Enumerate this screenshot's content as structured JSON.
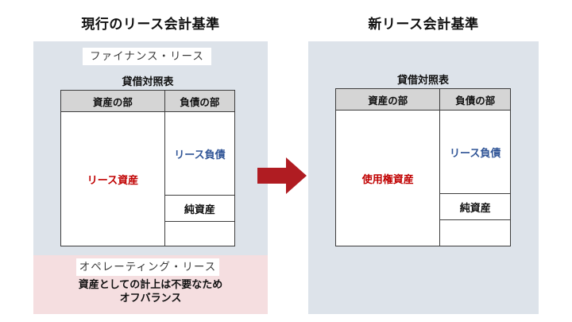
{
  "panels": {
    "left": {
      "title": "現行のリース会計基準",
      "finance_tag": "ファイナンス・リース",
      "bs_caption": "貸借対照表",
      "table": {
        "headers": {
          "assets": "資産の部",
          "liabilities": "負債の部"
        },
        "asset_item": "リース資産",
        "liability_item": "リース負債",
        "equity_item": "純資産"
      },
      "operating_tag": "オペレーティング・リース",
      "operating_note_line1": "資産としての計上は不要なため",
      "operating_note_line2": "オフバランス"
    },
    "right": {
      "title": "新リース会計基準",
      "bs_caption": "貸借対照表",
      "table": {
        "headers": {
          "assets": "資産の部",
          "liabilities": "負債の部"
        },
        "asset_item": "使用権資産",
        "liability_item": "リース負債",
        "equity_item": "純資産"
      }
    }
  },
  "arrow": {
    "icon": "right-arrow-icon",
    "color": "#b01c22"
  },
  "colors": {
    "panel_background": "#dde3ea",
    "operating_background": "#f5dee0",
    "table_header": "#d5d5d5",
    "asset_text": "#c00000",
    "liability_text": "#2f5496",
    "border": "#3d3d3d",
    "arrow": "#b01c22"
  }
}
